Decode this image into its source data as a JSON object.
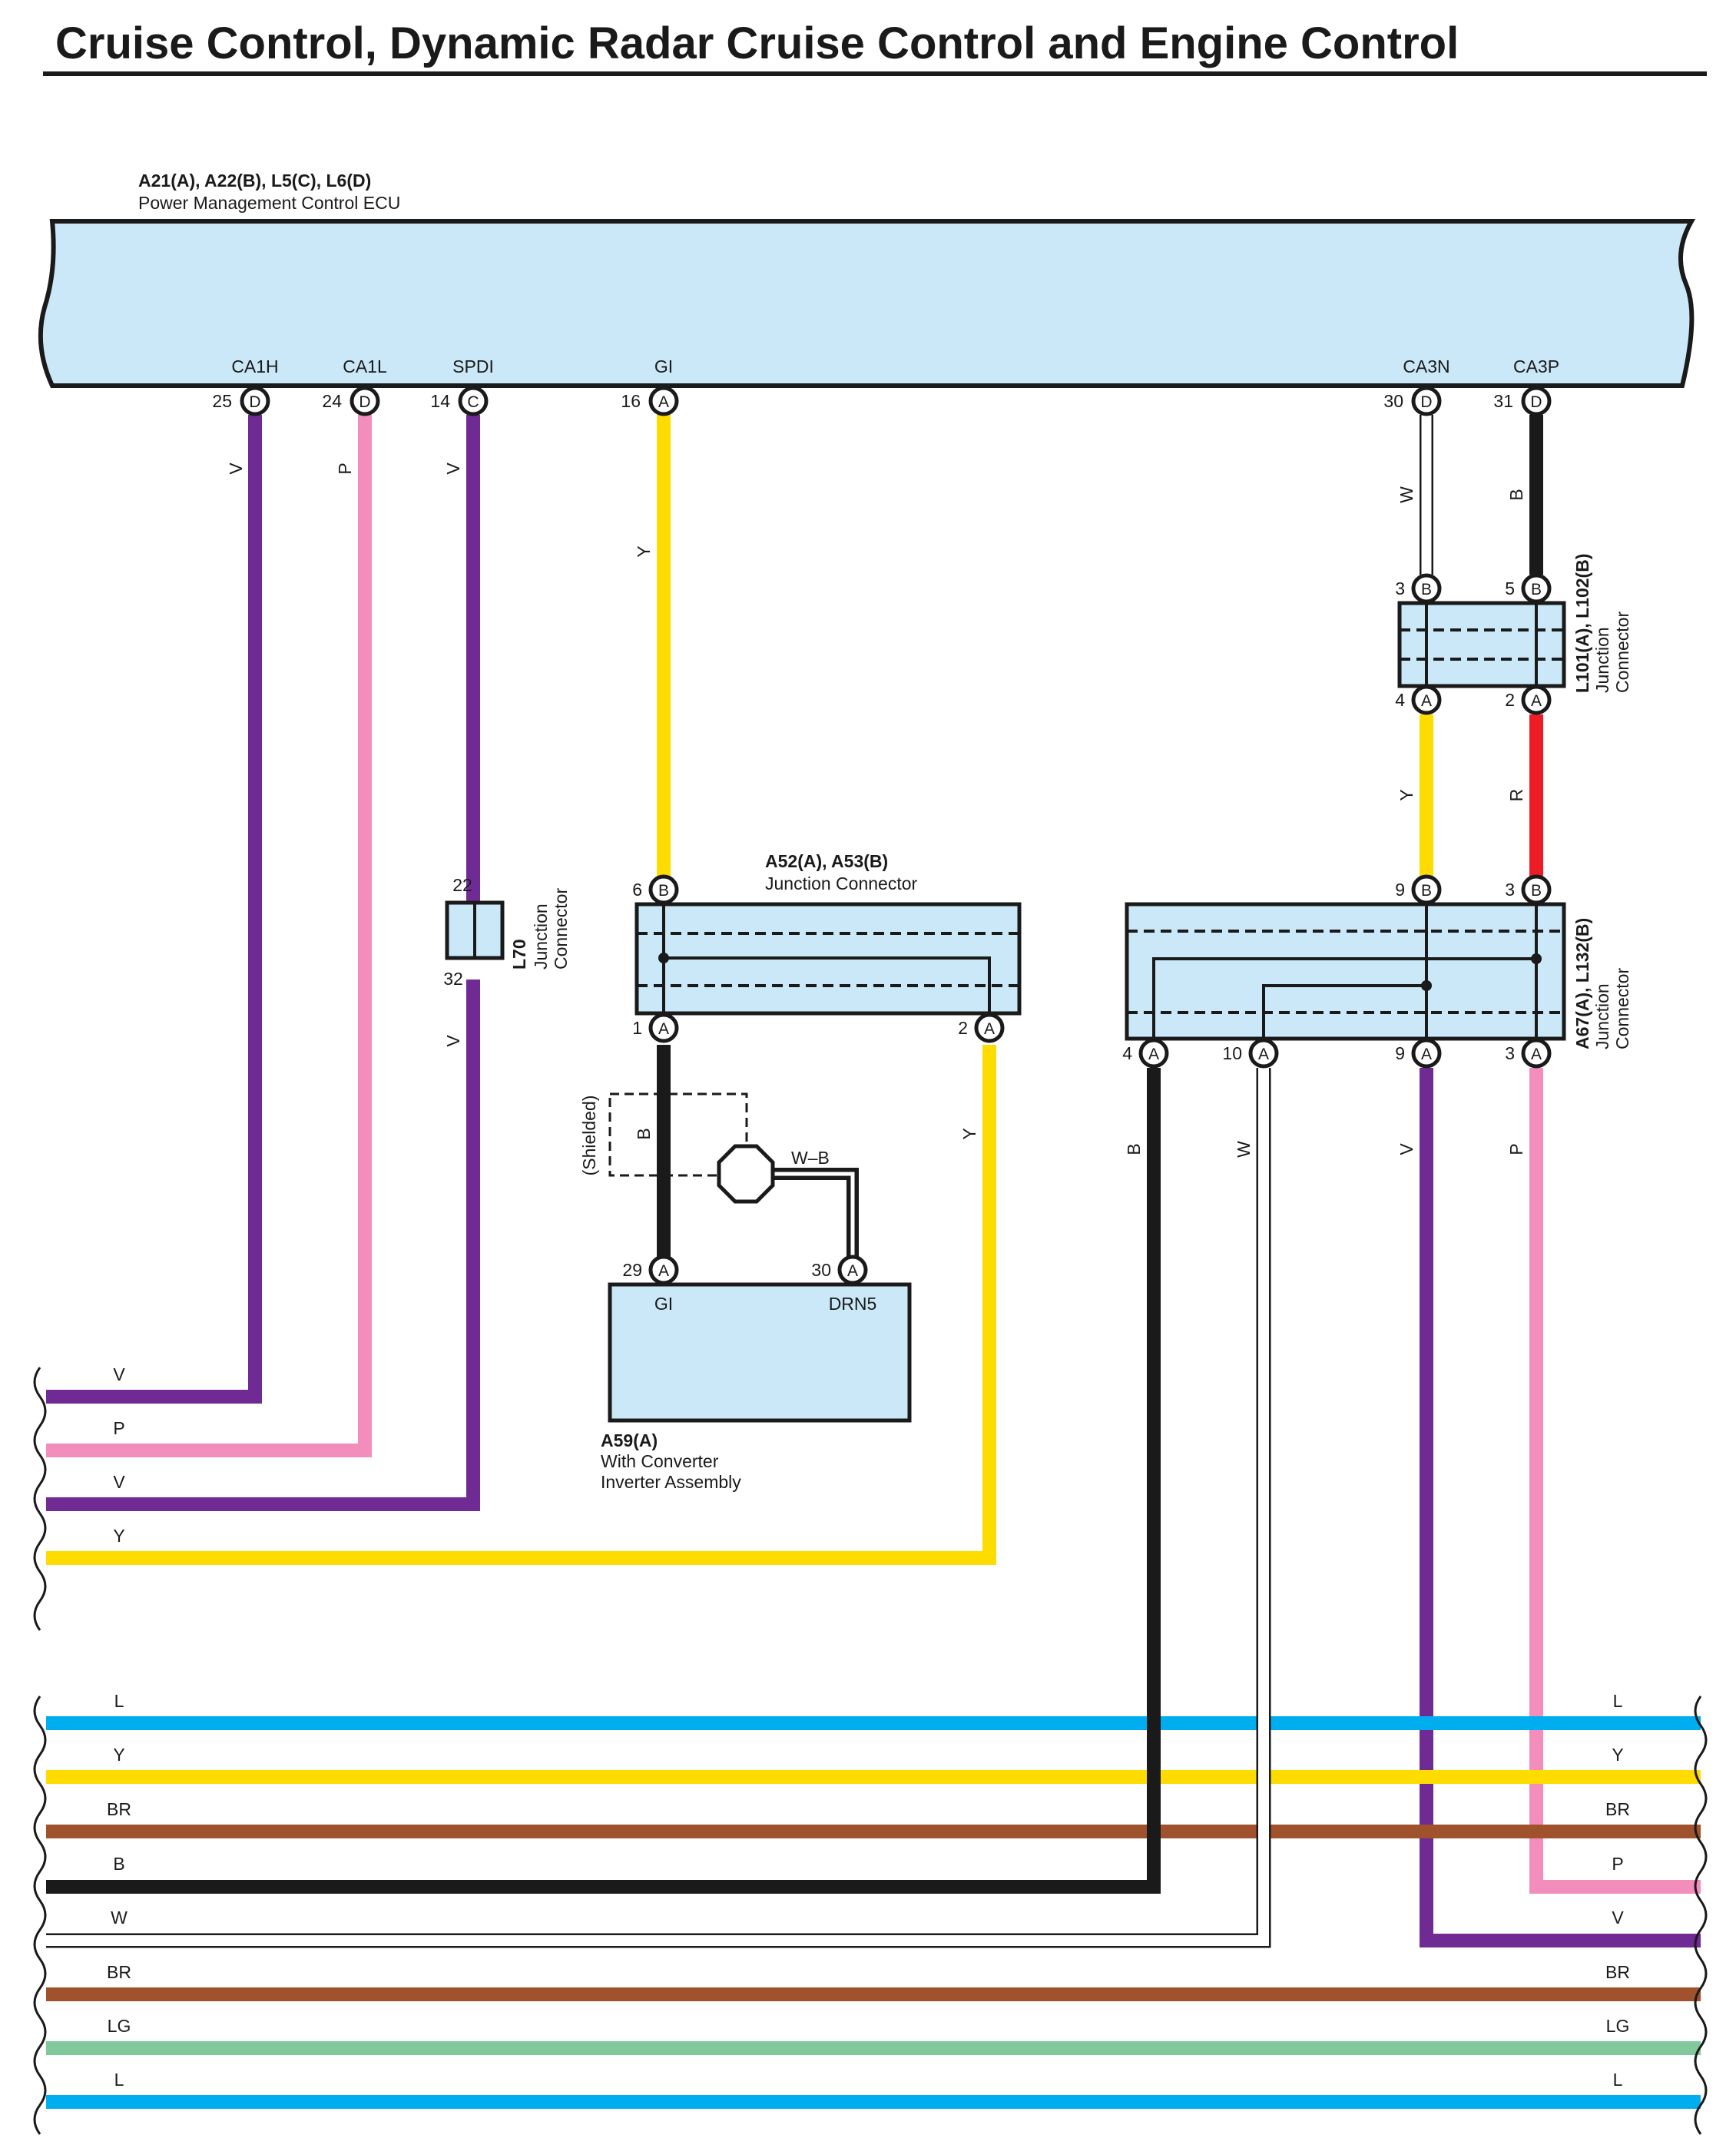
{
  "title": "Cruise Control, Dynamic Radar Cruise Control and Engine Control",
  "colors": {
    "V": "#6f2b93",
    "P": "#f28dbc",
    "Y": "#ffdc00",
    "B": "#1a1a1a",
    "W": "#ffffff",
    "R": "#ee1c24",
    "L": "#00aeef",
    "BR": "#a0522d",
    "LG": "#7fc99a",
    "box_fill": "#cbe8f8",
    "outline": "#1a1a1a"
  },
  "ecu": {
    "id": "A21(A), A22(B), L5(C), L6(D)",
    "name": "Power Management Control ECU",
    "terminals": [
      {
        "name": "CA1H",
        "num": "25",
        "conn": "D"
      },
      {
        "name": "CA1L",
        "num": "24",
        "conn": "D"
      },
      {
        "name": "SPDI",
        "num": "14",
        "conn": "C"
      },
      {
        "name": "GI",
        "num": "16",
        "conn": "A"
      },
      {
        "name": "CA3N",
        "num": "30",
        "conn": "D"
      },
      {
        "name": "CA3P",
        "num": "31",
        "conn": "D"
      }
    ]
  },
  "l70": {
    "id": "L70",
    "type1": "Junction",
    "type2": "Connector",
    "pin_top": "22",
    "pin_bottom": "32"
  },
  "l101": {
    "id": "L101(A), L102(B)",
    "type1": "Junction",
    "type2": "Connector",
    "pins": [
      {
        "num": "3",
        "conn": "B"
      },
      {
        "num": "5",
        "conn": "B"
      },
      {
        "num": "4",
        "conn": "A"
      },
      {
        "num": "2",
        "conn": "A"
      }
    ]
  },
  "a52": {
    "id": "A52(A), A53(B)",
    "type": "Junction Connector",
    "pins": [
      {
        "num": "6",
        "conn": "B"
      },
      {
        "num": "1",
        "conn": "A"
      },
      {
        "num": "2",
        "conn": "A"
      }
    ]
  },
  "a67": {
    "id": "A67(A), L132(B)",
    "type1": "Junction",
    "type2": "Connector",
    "pins": [
      {
        "num": "9",
        "conn": "B"
      },
      {
        "num": "3",
        "conn": "B"
      },
      {
        "num": "4",
        "conn": "A"
      },
      {
        "num": "10",
        "conn": "A"
      },
      {
        "num": "9",
        "conn": "A"
      },
      {
        "num": "3",
        "conn": "A"
      }
    ]
  },
  "a59": {
    "id": "A59(A)",
    "name1": "With Converter",
    "name2": "Inverter Assembly",
    "terminals": [
      {
        "name": "GI",
        "num": "29",
        "conn": "A"
      },
      {
        "name": "DRN5",
        "num": "30",
        "conn": "A"
      }
    ]
  },
  "shield": {
    "label": "(Shielded)",
    "drain_color": "W–B"
  },
  "wire_labels": {
    "ca1h": "V",
    "ca1l": "P",
    "spdi": "V",
    "spdi_lower": "V",
    "gi": "Y",
    "ca3n": "W",
    "ca3p": "B",
    "l101_a4": "Y",
    "l101_a2": "R",
    "a52_a1": "B",
    "a52_a2": "Y",
    "a67_a4": "B",
    "a67_a10": "W",
    "a67_a9": "V",
    "a67_a3": "P"
  },
  "left_bus_upper": [
    "V",
    "P",
    "V",
    "Y"
  ],
  "bus_left": [
    "L",
    "Y",
    "BR",
    "B",
    "W",
    "BR",
    "LG",
    "L"
  ],
  "bus_right": [
    "L",
    "Y",
    "BR",
    "P",
    "V",
    "BR",
    "LG",
    "L"
  ]
}
